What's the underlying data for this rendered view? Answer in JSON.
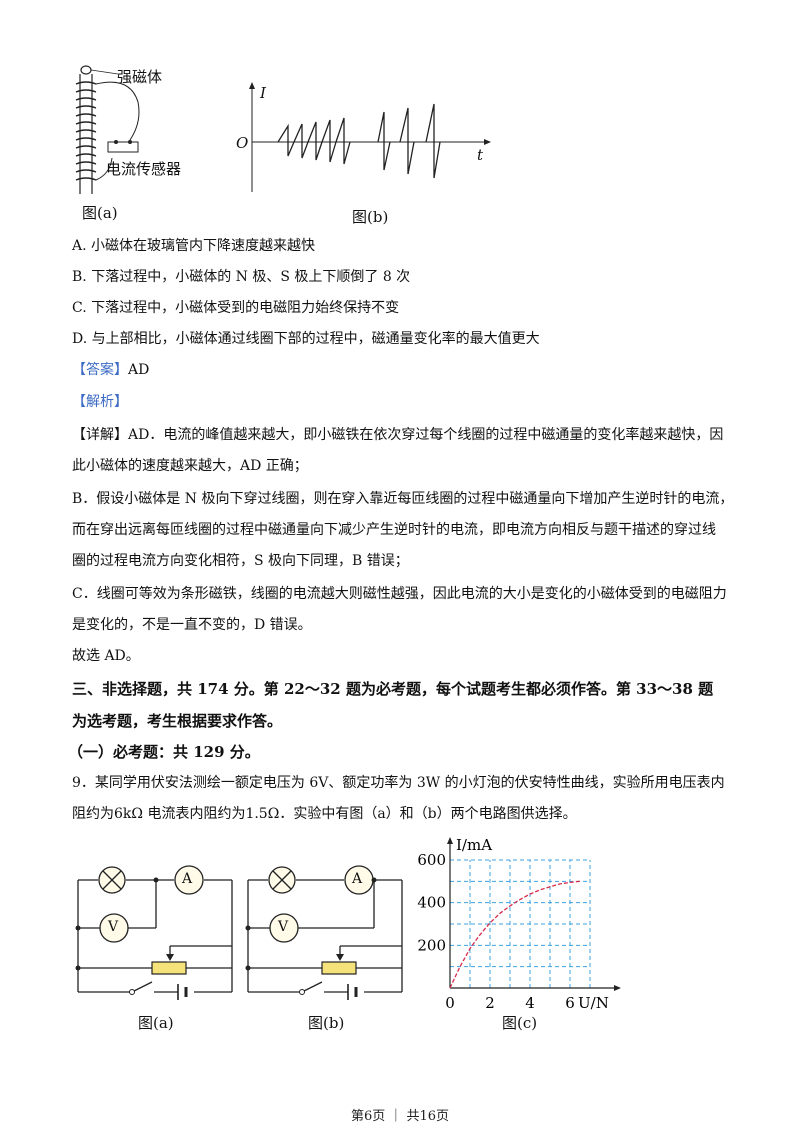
{
  "fig_top": {
    "label_magnet": "强磁体",
    "label_sensor": "电流传感器",
    "caption_a": "图(a)",
    "caption_b": "图(b)",
    "axis_i": "I",
    "axis_o": "O",
    "axis_t": "t"
  },
  "options": [
    "A. 小磁体在玻璃管内下降速度越来越快",
    "B. 下落过程中，小磁体的 N 极、S 极上下顺倒了 8 次",
    "C. 下落过程中，小磁体受到的电磁阻力始终保持不变",
    "D. 与上部相比，小磁体通过线圈下部的过程中，磁通量变化率的最大值更大"
  ],
  "answer_tag": "【答案】",
  "answer_value": "AD",
  "analysis_tag": "【解析】",
  "explanation": [
    "【详解】AD．电流的峰值越来越大，即小磁铁在依次穿过每个线圈的过程中磁通量的变化率越来越快，因",
    "此小磁体的速度越来越大，AD 正确；",
    "B．假设小磁体是 N 极向下穿过线圈，则在穿入靠近每匝线圈的过程中磁通量向下增加产生逆时针的电流，",
    "而在穿出远离每匝线圈的过程中磁通量向下减少产生逆时针的电流，即电流方向相反与题干描述的穿过线",
    "圈的过程电流方向变化相符，S 极向下同理，B 错误；",
    "C．线圈可等效为条形磁铁，线圈的电流越大则磁性越强，因此电流的大小是变化的小磁体受到的电磁阻力",
    "是变化的，不是一直不变的，D 错误。",
    "故选 AD。"
  ],
  "section_title_1": "三、非选择题，共 174 分。第 22～32 题为必考题，每个试题考生都必须作答。第 33～38 题",
  "section_title_2": "为选考题，考生根据要求作答。",
  "subsection": "（一）必考题：共 129 分。",
  "q9_line1": "9．某同学用伏安法测绘一额定电压为 6V、额定功率为 3W 的小灯泡的伏安特性曲线，实验所用电压表内",
  "q9_line2": "阻约为6kΩ 电流表内阻约为1.5Ω．实验中有图（a）和（b）两个电路图供选择。",
  "circuit": {
    "ammeter": "A",
    "voltmeter": "V",
    "caption_a": "图(a)",
    "caption_b": "图(b)"
  },
  "graph": {
    "ylabel": "I/mA",
    "xlabel": "U/N",
    "caption": "图(c)",
    "origin": "0",
    "yticks": [
      "200",
      "400",
      "600"
    ],
    "xticks": [
      "2",
      "4",
      "6"
    ]
  },
  "footer": "第6页 ｜ 共16页",
  "chart_data": {
    "type": "line",
    "xlabel": "U/N",
    "ylabel": "I/mA",
    "xlim": [
      0,
      7
    ],
    "ylim": [
      0,
      600
    ],
    "grid": true,
    "x": [
      0,
      0.5,
      1,
      1.5,
      2,
      2.5,
      3,
      3.5,
      4,
      4.5,
      5,
      5.5,
      6,
      6.5
    ],
    "y": [
      0,
      100,
      185,
      250,
      305,
      350,
      385,
      415,
      440,
      460,
      475,
      488,
      495,
      500
    ],
    "line_color": "#d62b4a",
    "grid_color": "#3fa0e0"
  }
}
